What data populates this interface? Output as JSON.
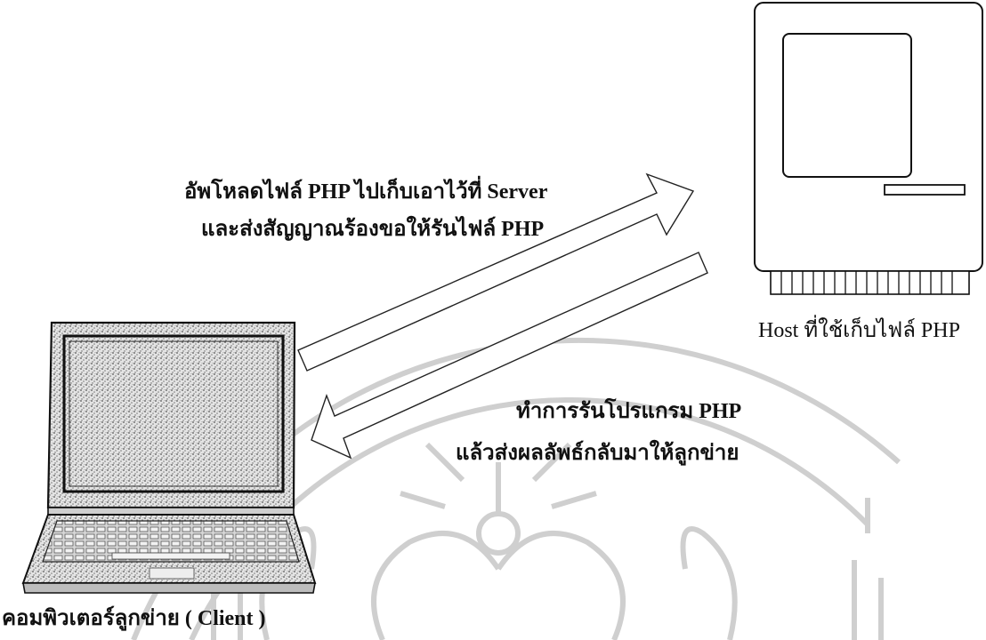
{
  "diagram": {
    "upload_message": {
      "line1": "อัพโหลดไฟล์ PHP ไปเก็บเอาไว้ที่ Server",
      "line2": "และส่งสัญญาณร้องขอให้รันไฟล์ PHP"
    },
    "return_message": {
      "line1": "ทำการรันโปรแกรม PHP",
      "line2": "แล้วส่งผลลัพธ์กลับมาให้ลูกข่าย"
    },
    "host_label": "Host ที่ใช้เก็บไฟล์ PHP",
    "client_label": "คอมพิวเตอร์ลูกข่าย ( Client )"
  },
  "colors": {
    "ink": "#111111",
    "screen_stipple": "#9a9a9a",
    "watermark": "#cfcfcf"
  },
  "icons": {
    "host": "computer-server-icon",
    "client": "laptop-icon",
    "watermark": "university-seal-watermark"
  }
}
